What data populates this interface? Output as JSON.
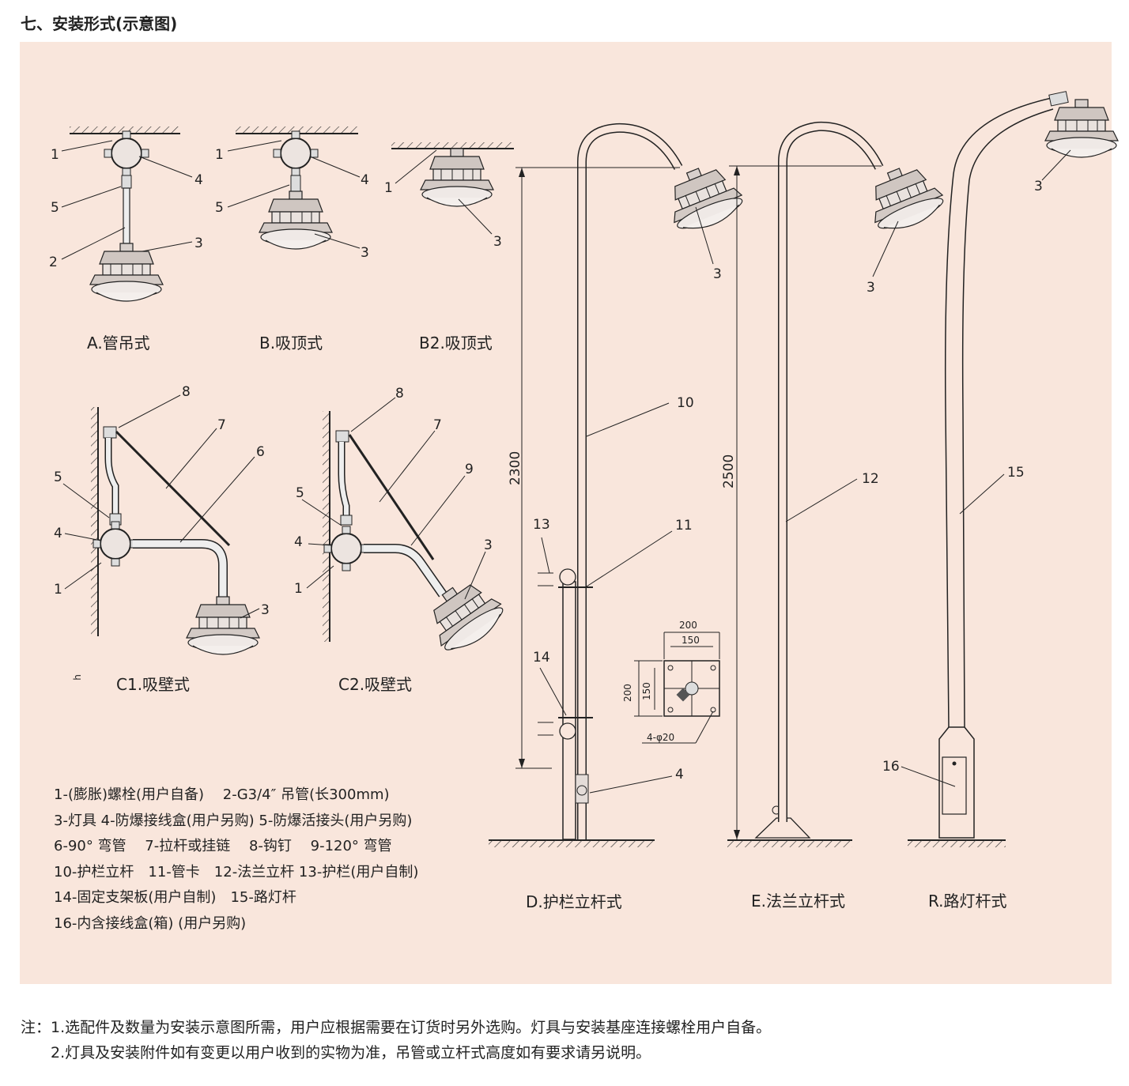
{
  "section_title": "七、安装形式(示意图)",
  "captions": {
    "a": "A.管吊式",
    "b": "B.吸顶式",
    "b2": "B2.吸顶式",
    "c1": "C1.吸壁式",
    "c2": "C2.吸壁式",
    "d": "D.护栏立杆式",
    "e": "E.法兰立杆式",
    "r": "R.路灯杆式"
  },
  "small_mark": "h",
  "dimensions": {
    "d_height": "2300",
    "e_height": "2500",
    "plate_outer": "200",
    "plate_inner": "150",
    "plate_holes": "4-φ20"
  },
  "callouts": {
    "n1": "1",
    "n2": "2",
    "n3": "3",
    "n4": "4",
    "n5": "5",
    "n6": "6",
    "n7": "7",
    "n8": "8",
    "n9": "9",
    "n10": "10",
    "n11": "11",
    "n12": "12",
    "n13": "13",
    "n14": "14",
    "n15": "15",
    "n16": "16"
  },
  "legend": [
    "1-(膨胀)螺栓(用户自备)　 2-G3/4″ 吊管(长300mm)",
    "3-灯具  4-防爆接线盒(用户另购)  5-防爆活接头(用户另购)",
    "6-90° 弯管　 7-拉杆或挂链　 8-钩钉　 9-120° 弯管",
    "10-护栏立杆　11-管卡　12-法兰立杆  13-护栏(用户自制)",
    "14-固定支架板(用户自制)　15-路灯杆",
    "16-内含接线盒(箱) (用户另购)"
  ],
  "notes": [
    "注：1.选配件及数量为安装示意图所需，用户应根据需要在订货时另外选购。灯具与安装基座连接螺栓用户自备。",
    "　　2.灯具及安装附件如有变更以用户收到的实物为准，吊管或立杆式高度如有要求请另说明。"
  ]
}
